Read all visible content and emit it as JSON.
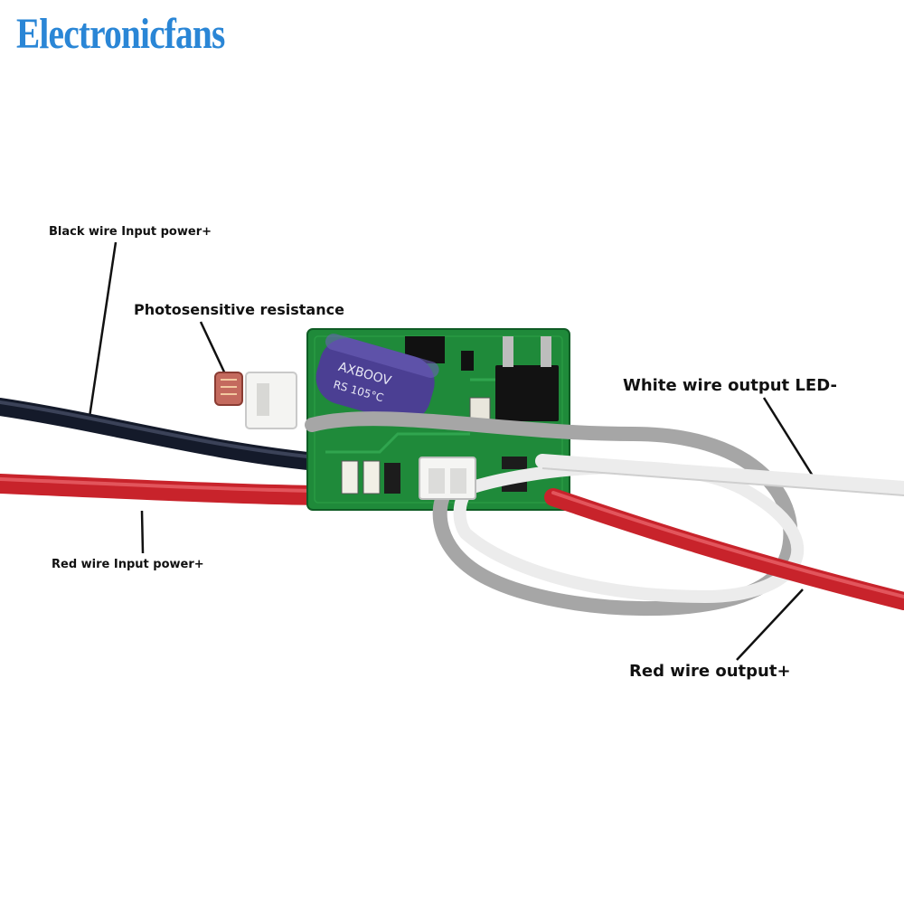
{
  "brand": {
    "name": "Electronicfans",
    "color": "#2a86d6"
  },
  "labels": {
    "black_wire_input": "Black wire Input power+",
    "photosensitive": "Photosensitive resistance",
    "white_wire_output": "White wire output LED-",
    "red_wire_input": "Red wire Input power+",
    "red_wire_output": "Red wire output+"
  },
  "capacitor": {
    "line1": "AXBOOV",
    "line2": "RS 105°C"
  },
  "colors": {
    "pcb": "#1f8a3a",
    "capacitor": "#4b3f93",
    "red_wire": "#c8232b",
    "black_wire": "#141a2a",
    "white_wire": "#eeeeee",
    "gray_wire": "#a6a6a6"
  }
}
